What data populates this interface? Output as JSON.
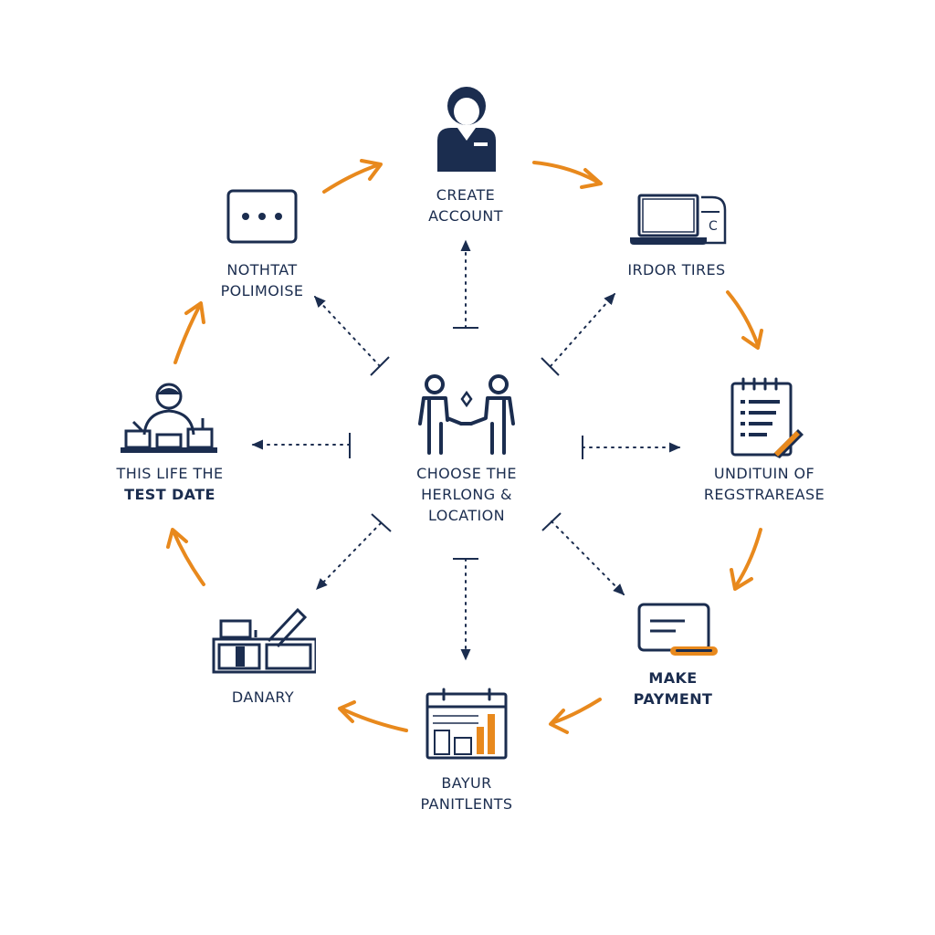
{
  "colors": {
    "navy": "#1b2d4f",
    "orange": "#e8891d",
    "background": "#ffffff"
  },
  "center": {
    "icon": "handshake-people-icon",
    "lines": [
      "CHOOSE THE",
      "HERLONG &",
      "LOCATION"
    ]
  },
  "steps": [
    {
      "key": "create-account",
      "icon": "user-avatar-icon",
      "lines": [
        "CREATE",
        "ACCOUNT"
      ]
    },
    {
      "key": "irdor-tires",
      "icon": "laptop-icon",
      "lines": [
        "IRDOR TIRES"
      ]
    },
    {
      "key": "unditun-registrarease",
      "icon": "checklist-icon",
      "lines": [
        "UNDITUIN OF",
        "REGSTRAREASE"
      ]
    },
    {
      "key": "make-payment",
      "icon": "credit-card-icon",
      "lines": [
        "MAKE",
        "PAYMENT"
      ]
    },
    {
      "key": "bayur-panitlents",
      "icon": "calendar-chart-icon",
      "lines": [
        "BAYUR",
        "PANITLENTS"
      ]
    },
    {
      "key": "danary",
      "icon": "desk-supplies-icon",
      "lines": [
        "DANARY"
      ]
    },
    {
      "key": "test-date",
      "icon": "examiner-desk-icon",
      "lines": [
        "THIS LIFE THE",
        "TEST DATE"
      ]
    },
    {
      "key": "notification-polmoise",
      "icon": "chat-bubble-icon",
      "lines": [
        "NOTHTAT",
        "POLIMOISE"
      ]
    }
  ]
}
